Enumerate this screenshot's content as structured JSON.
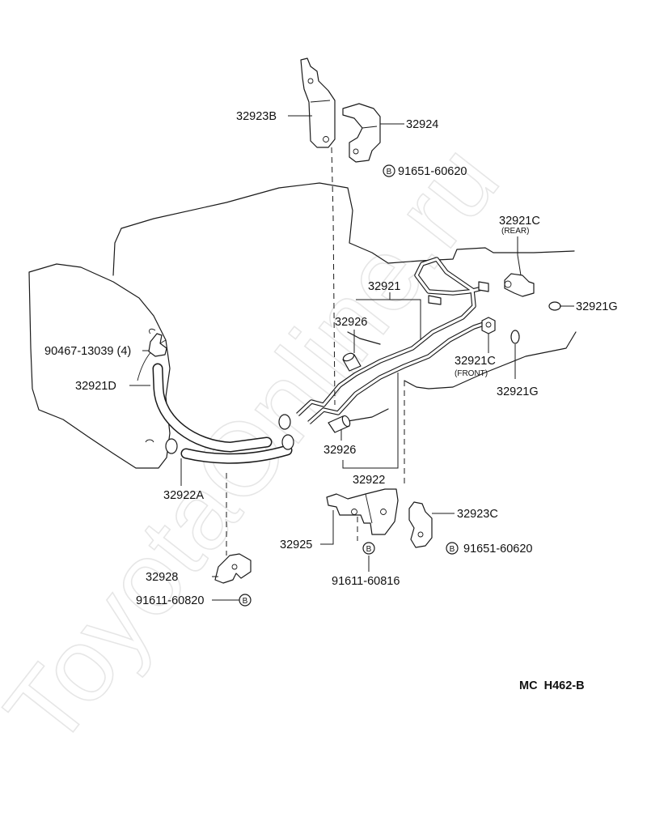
{
  "watermark": "ToyotaOnline.ru",
  "diagram_code": "MC  H462-B",
  "bolt_symbol": "B",
  "labels": {
    "p32923B": "32923B",
    "p32924": "32924",
    "bolt_top": "91651-60620",
    "p32921C_rear": "32921C",
    "rear_note": "(REAR)",
    "p32921": "32921",
    "p32921G_top": "32921G",
    "p32926_top": "32926",
    "p90467": "90467-13039 (4)",
    "p32921C_front": "32921C",
    "front_note": "(FRONT)",
    "p32921D": "32921D",
    "p32921G_bottom": "32921G",
    "p32926_bottom": "32926",
    "p32922": "32922",
    "p32922A": "32922A",
    "p32923C": "32923C",
    "p32925": "32925",
    "bolt_right": "91651-60620",
    "bolt_mid": "91611-60816",
    "p32928": "32928",
    "bolt_left": "91611-60820"
  }
}
